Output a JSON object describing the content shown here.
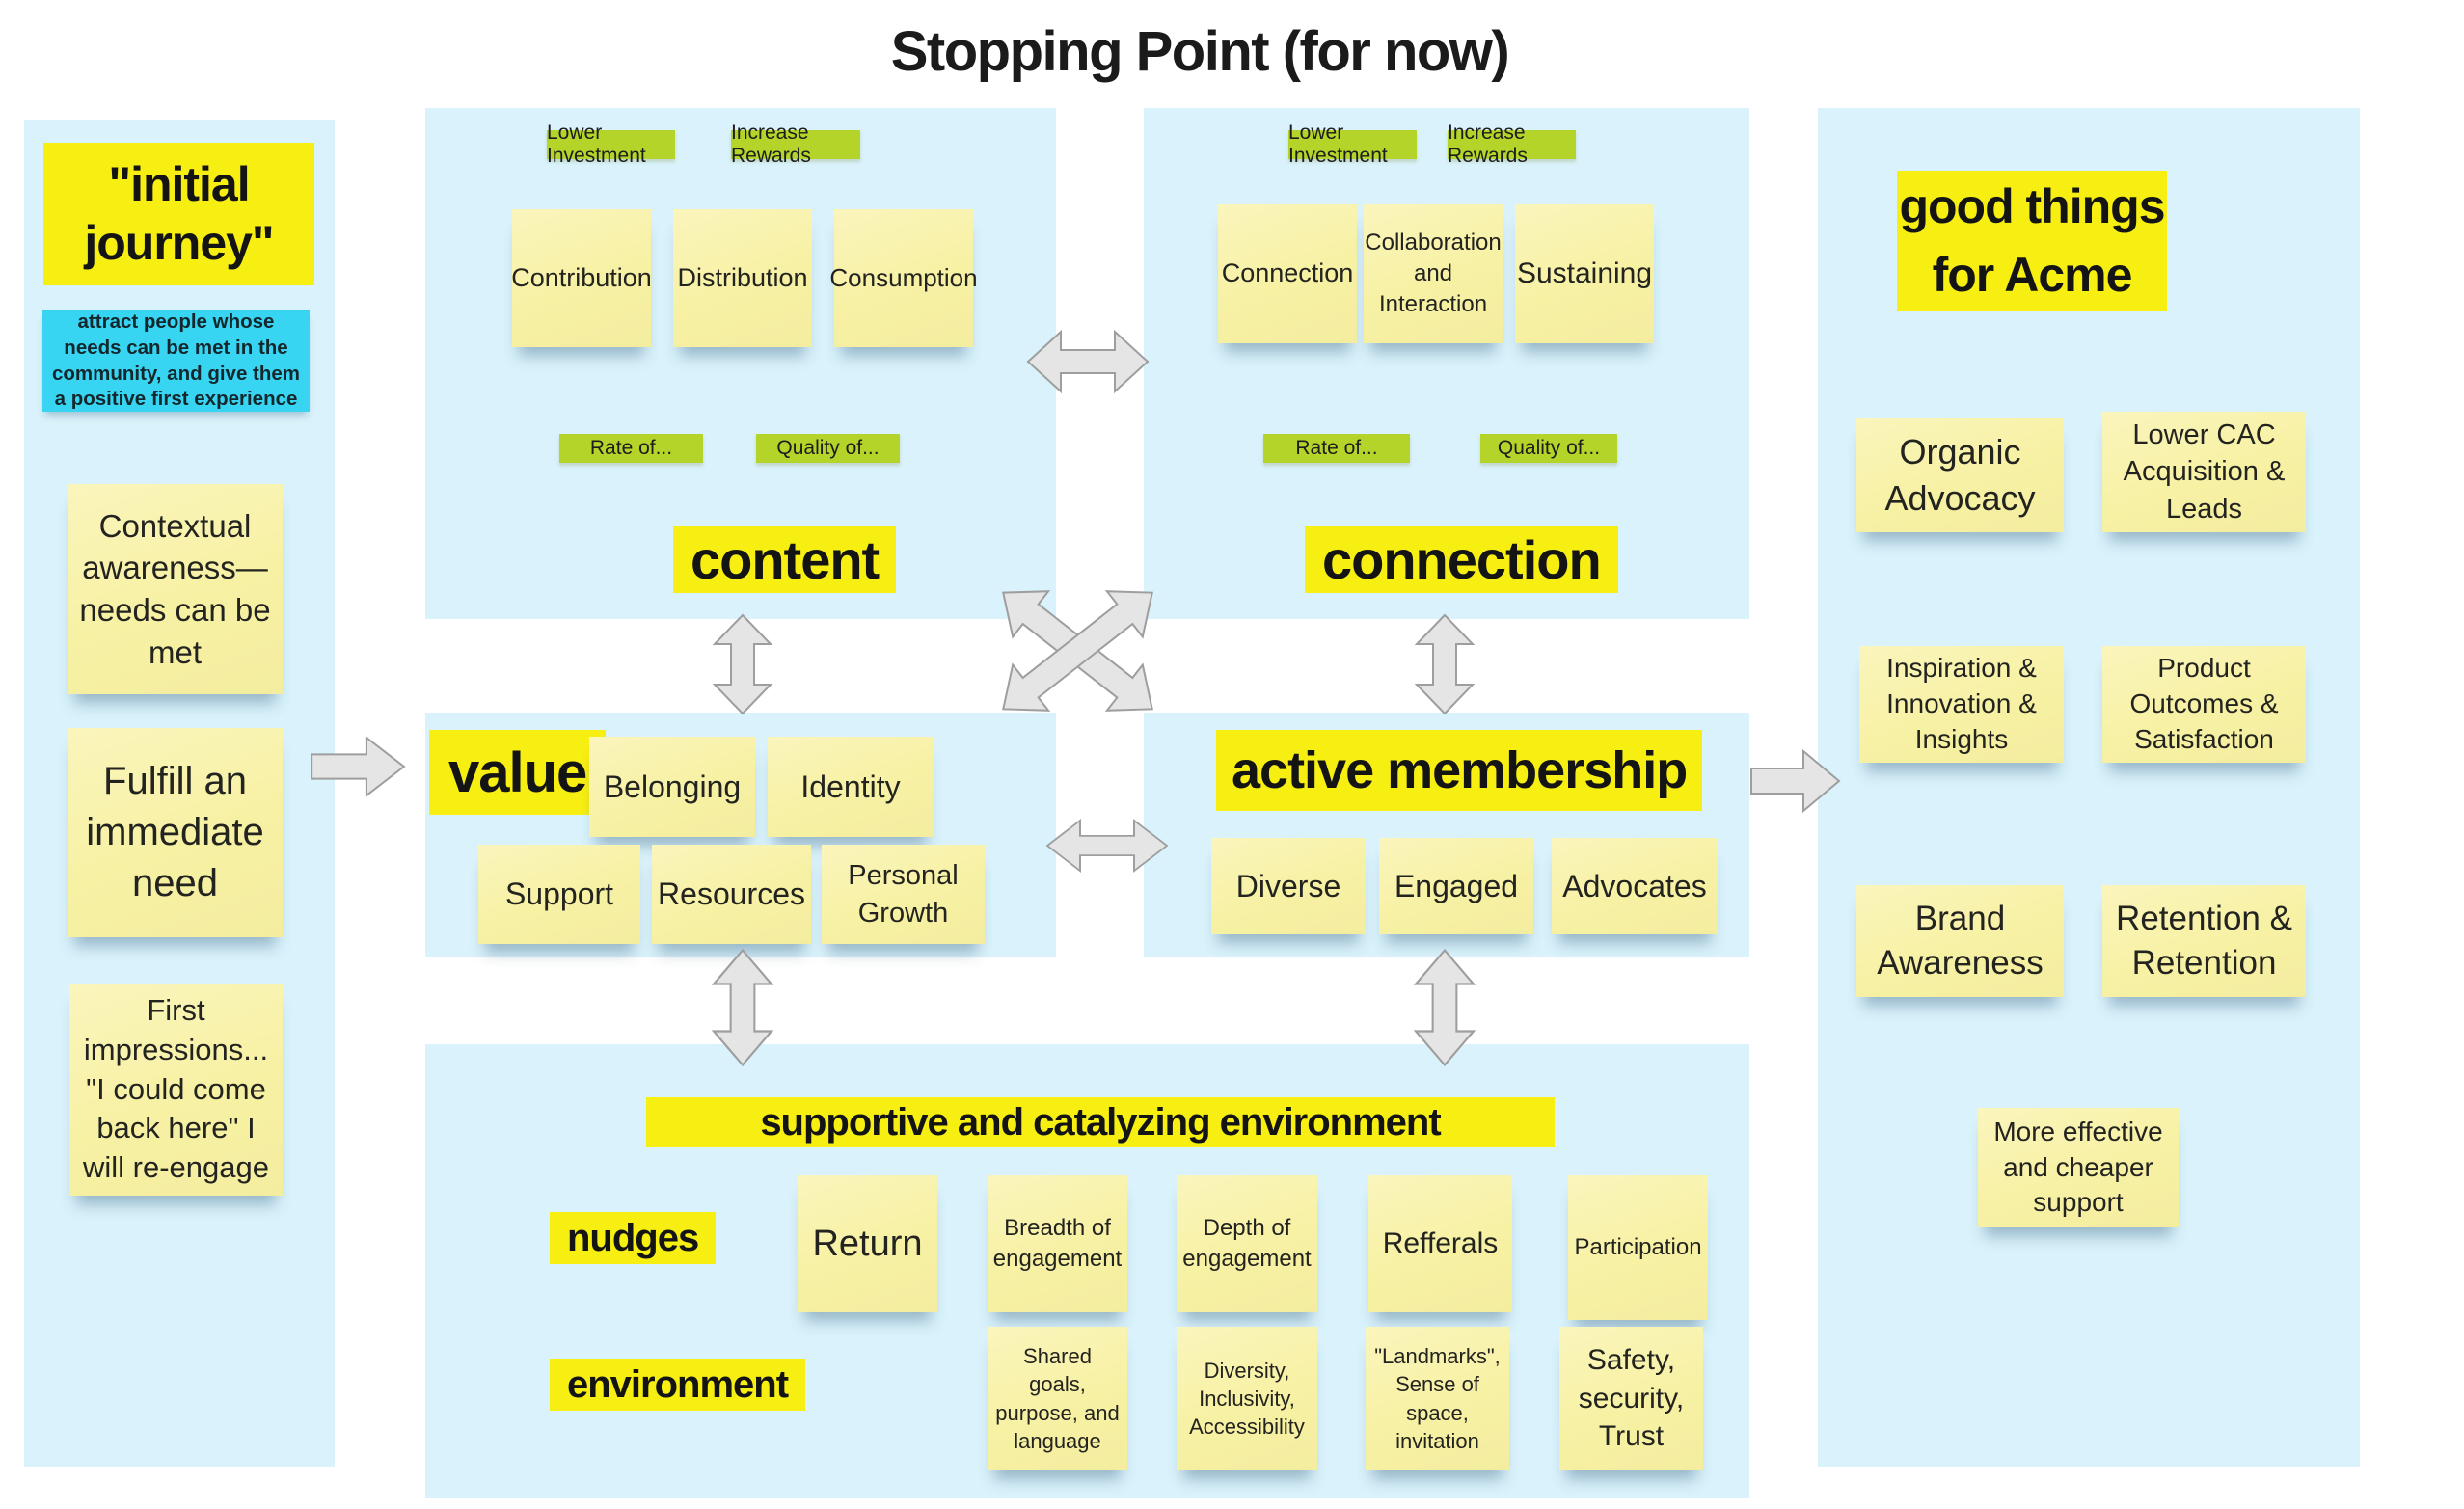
{
  "title": "Stopping Point (for now)",
  "colors": {
    "panel_background": "#d9f2fb",
    "highlight_yellow": "#f7ee12",
    "label_green": "#b5d42a",
    "note_cyan": "#38d5f3",
    "sticky_yellow": "#f8f2a7",
    "arrow_gray": "#e5e5e5"
  },
  "left_panel": {
    "heading": "\"initial journey\"",
    "note": "attract people whose needs can be met in the community, and give them a positive first experience",
    "stickies": [
      "Contextual awareness—needs can be met",
      "Fulfill an immediate need",
      "First impressions... \"I could come back here\" I will re-engage"
    ]
  },
  "content_quadrant": {
    "heading": "content",
    "top_labels": [
      "Lower Investment",
      "Increase Rewards"
    ],
    "stickies": [
      "Contribution",
      "Distribution",
      "Consumption"
    ],
    "bottom_labels": [
      "Rate of...",
      "Quality of..."
    ]
  },
  "connection_quadrant": {
    "heading": "connection",
    "top_labels": [
      "Lower Investment",
      "Increase Rewards"
    ],
    "stickies": [
      "Connection",
      "Collaboration and Interaction",
      "Sustaining"
    ],
    "bottom_labels": [
      "Rate of...",
      "Quality of..."
    ]
  },
  "value_quadrant": {
    "heading": "value",
    "stickies_row1": [
      "Belonging",
      "Identity"
    ],
    "stickies_row2": [
      "Support",
      "Resources",
      "Personal Growth"
    ]
  },
  "membership_quadrant": {
    "heading": "active membership",
    "stickies": [
      "Diverse",
      "Engaged",
      "Advocates"
    ]
  },
  "environment_quadrant": {
    "heading": "supportive and catalyzing environment",
    "nudges_label": "nudges",
    "environment_label": "environment",
    "nudges_stickies": [
      "Return",
      "Breadth of engagement",
      "Depth of engagement",
      "Refferals",
      "Participation"
    ],
    "environment_stickies": [
      "Shared goals, purpose, and language",
      "Diversity, Inclusivity, Accessibility",
      "\"Landmarks\", Sense of space, invitation",
      "Safety, security, Trust"
    ]
  },
  "right_panel": {
    "heading": "good things for Acme",
    "stickies": [
      "Organic Advocacy",
      "Lower CAC Acquisition & Leads",
      "Inspiration & Innovation & Insights",
      "Product Outcomes & Satisfaction",
      "Brand Awareness",
      "Retention & Retention",
      "More effective and cheaper support"
    ]
  }
}
